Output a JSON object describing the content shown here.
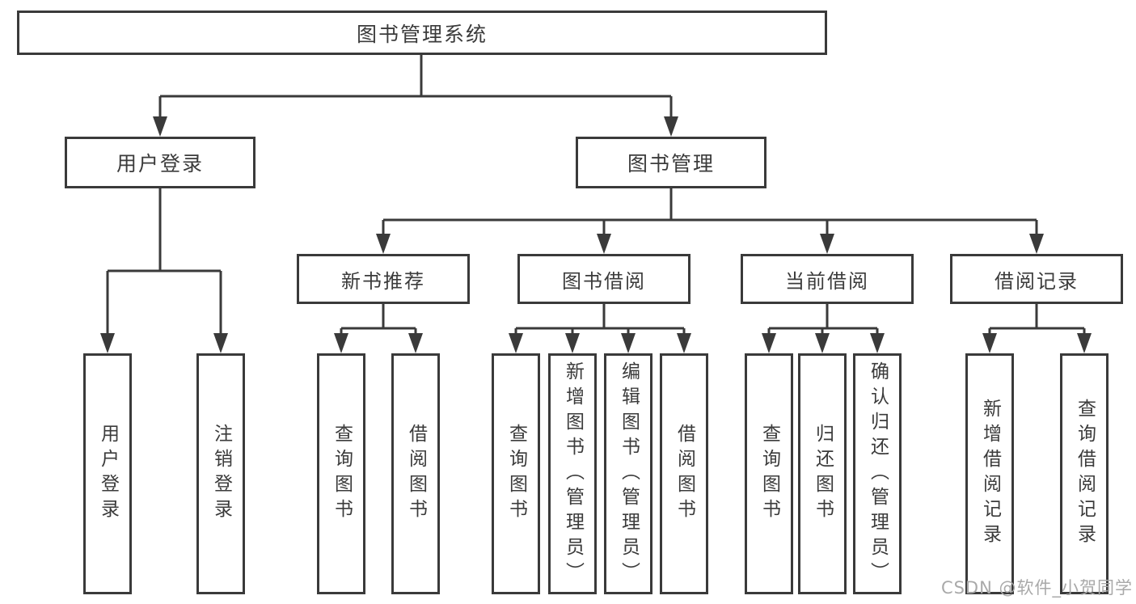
{
  "nodes": {
    "root": "图书管理系统",
    "user_login": "用户登录",
    "book_management": "图书管理",
    "new_books": "新书推荐",
    "book_borrow": "图书借阅",
    "current_borrow": "当前借阅",
    "borrow_records": "借阅记录",
    "leaves": {
      "user_login": [
        "用户登录",
        "注销登录"
      ],
      "new_books": [
        "查询图书",
        "借阅图书"
      ],
      "book_borrow": [
        "查询图书",
        "新增图书（管理员）",
        "编辑图书（管理员）",
        "借阅图书"
      ],
      "current_borrow": [
        "查询图书",
        "归还图书",
        "确认归还（管理员）"
      ],
      "borrow_records": [
        "新增借阅记录",
        "查询借阅记录"
      ]
    }
  },
  "watermark": {
    "text": "CSDN @软件_小贺同学"
  },
  "colors": {
    "line": "#3a3a3a",
    "text": "#3b3b3b",
    "background": "#ffffff",
    "watermark": "#a9a9a9"
  }
}
